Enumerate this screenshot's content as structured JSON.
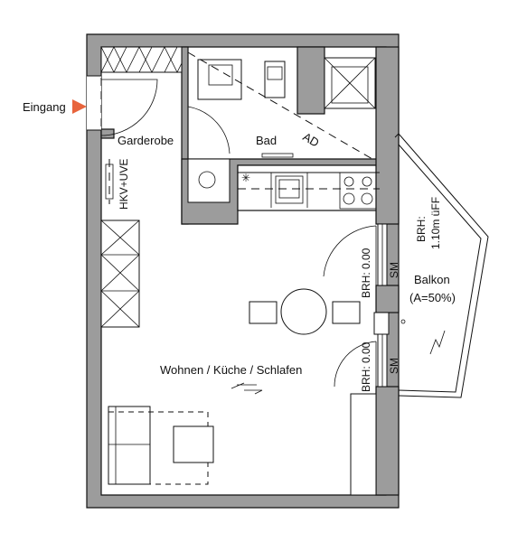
{
  "labels": {
    "entrance": "Eingang",
    "wardrobe": "Garderobe",
    "bathroom": "Bad",
    "ad": "AD",
    "hkv": "HKV+UVE",
    "living": "Wohnen / Küche / Schlafen",
    "balcony": "Balkon",
    "balcony_area": "(A=50%)",
    "brh_balcony_1": "BRH:",
    "brh_balcony_2": "1.10m üFF",
    "brh_window_1": "BRH: 0.00",
    "brh_window_2": "BRH: 0.00",
    "sm_1": "SM",
    "sm_2": "SM"
  },
  "colors": {
    "wall": "#9c9c9c",
    "line": "#111111",
    "entrance_arrow": "#e8643c",
    "background": "#ffffff"
  }
}
